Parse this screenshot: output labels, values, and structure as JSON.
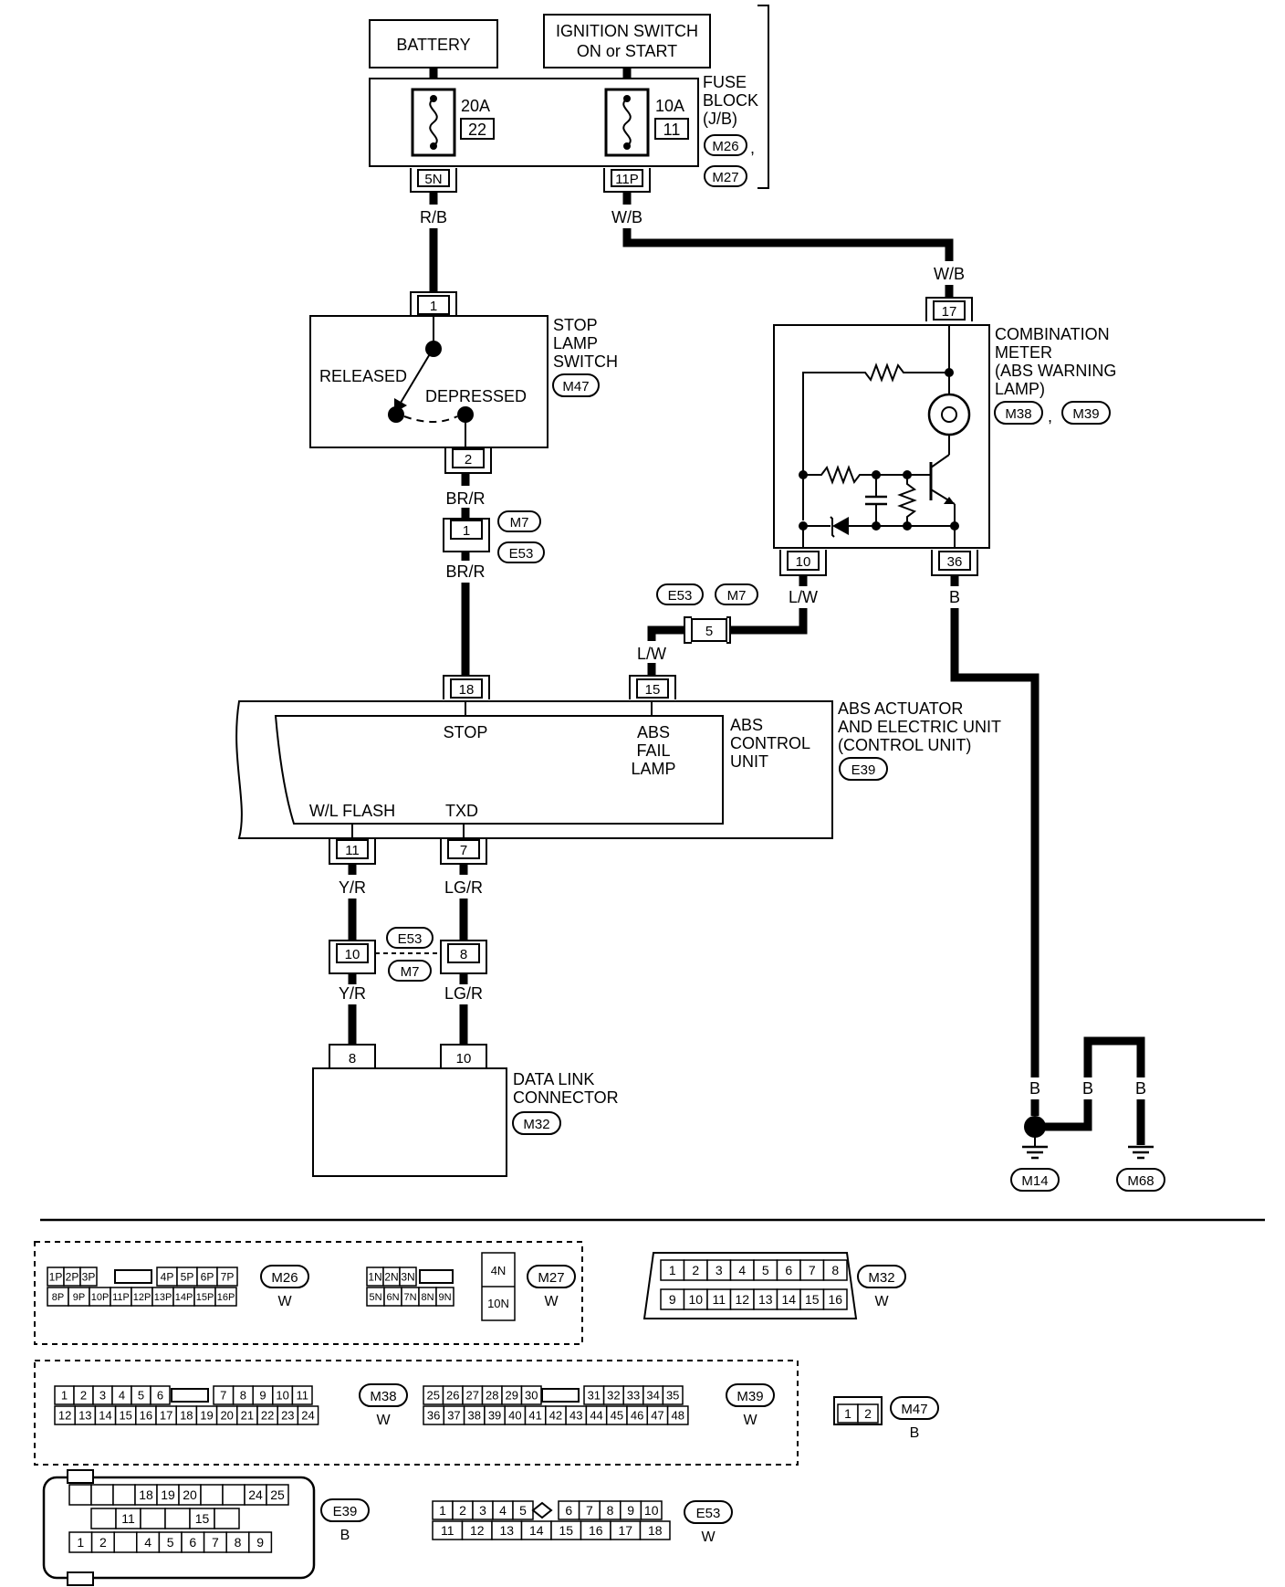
{
  "components": {
    "battery": "BATTERY",
    "ignition": [
      "IGNITION SWITCH",
      "ON or START"
    ],
    "fuse_block": [
      "FUSE",
      "BLOCK",
      "(J/B)"
    ],
    "fuse_left": {
      "amps": "20A",
      "num": "22"
    },
    "fuse_right": {
      "amps": "10A",
      "num": "11"
    },
    "stop_lamp_switch": [
      "STOP",
      "LAMP",
      "SWITCH"
    ],
    "released": "RELEASED",
    "depressed": "DEPRESSED",
    "combination_meter": [
      "COMBINATION",
      "METER",
      "(ABS WARNING",
      "LAMP)"
    ],
    "abs_actuator": [
      "ABS ACTUATOR",
      "AND ELECTRIC UNIT",
      "(CONTROL UNIT)"
    ],
    "abs_control": [
      "ABS",
      "CONTROL",
      "UNIT"
    ],
    "stop_term": "STOP",
    "abs_fail": [
      "ABS",
      "FAIL",
      "LAMP"
    ],
    "wl_flash": "W/L FLASH",
    "txd": "TXD",
    "data_link": [
      "DATA LINK",
      "CONNECTOR"
    ]
  },
  "connector_refs": {
    "m26": "M26",
    "m27": "M27",
    "m47": "M47",
    "m38": "M38",
    "m39": "M39",
    "m7": "M7",
    "e53": "E53",
    "e39": "E39",
    "m32": "M32",
    "m14": "M14",
    "m68": "M68",
    "comma": ","
  },
  "pins": {
    "p5n": "5N",
    "p11p": "11P",
    "p1": "1",
    "p2": "2",
    "p1b": "1",
    "p17": "17",
    "p10": "10",
    "p36": "36",
    "p5": "5",
    "p18": "18",
    "p15": "15",
    "p11": "11",
    "p7": "7",
    "p10b": "10",
    "p8": "8",
    "p8b": "8",
    "p10c": "10"
  },
  "wires": {
    "rb": "R/B",
    "wb1": "W/B",
    "wb2": "W/B",
    "brr1": "BR/R",
    "brr2": "BR/R",
    "lw1": "L/W",
    "lw2": "L/W",
    "b1": "B",
    "yr1": "Y/R",
    "yr2": "Y/R",
    "lgr1": "LG/R",
    "lgr2": "LG/R",
    "bg1": "B",
    "bg2": "B",
    "bg3": "B"
  },
  "connector_faces": {
    "m26": {
      "top_left": [
        "1P",
        "2P",
        "3P"
      ],
      "top_right": [
        "4P",
        "5P",
        "6P",
        "7P"
      ],
      "bottom": [
        "8P",
        "9P",
        "10P",
        "11P",
        "12P",
        "13P",
        "14P",
        "15P",
        "16P"
      ],
      "color": "W"
    },
    "m27": {
      "top": [
        "1N",
        "2N",
        "3N"
      ],
      "bottom": [
        "5N",
        "6N",
        "7N",
        "8N",
        "9N"
      ],
      "side": [
        "4N",
        "10N"
      ],
      "color": "W"
    },
    "m32": {
      "top": [
        "1",
        "2",
        "3",
        "4",
        "5",
        "6",
        "7",
        "8"
      ],
      "bottom": [
        "9",
        "10",
        "11",
        "12",
        "13",
        "14",
        "15",
        "16"
      ],
      "color": "W"
    },
    "m38": {
      "top_left": [
        "1",
        "2",
        "3",
        "4",
        "5",
        "6"
      ],
      "top_right": [
        "7",
        "8",
        "9",
        "10",
        "11"
      ],
      "bottom": [
        "12",
        "13",
        "14",
        "15",
        "16",
        "17",
        "18",
        "19",
        "20",
        "21",
        "22",
        "23",
        "24"
      ],
      "color": "W"
    },
    "m39": {
      "top_left": [
        "25",
        "26",
        "27",
        "28",
        "29",
        "30"
      ],
      "top_right": [
        "31",
        "32",
        "33",
        "34",
        "35"
      ],
      "bottom": [
        "36",
        "37",
        "38",
        "39",
        "40",
        "41",
        "42",
        "43",
        "44",
        "45",
        "46",
        "47",
        "48"
      ],
      "color": "W"
    },
    "m47": {
      "cells": [
        "1",
        "2"
      ],
      "color": "B"
    },
    "e39": {
      "row1": [
        "18",
        "19",
        "20",
        "24",
        "25"
      ],
      "row2": [
        "11",
        "15"
      ],
      "row3": [
        "1",
        "2",
        "4",
        "5",
        "6",
        "7",
        "8",
        "9"
      ],
      "color": "B"
    },
    "e53": {
      "top_left": [
        "1",
        "2",
        "3",
        "4",
        "5"
      ],
      "top_right": [
        "6",
        "7",
        "8",
        "9",
        "10"
      ],
      "bottom": [
        "11",
        "12",
        "13",
        "14",
        "15",
        "16",
        "17",
        "18"
      ],
      "color": "W"
    }
  }
}
